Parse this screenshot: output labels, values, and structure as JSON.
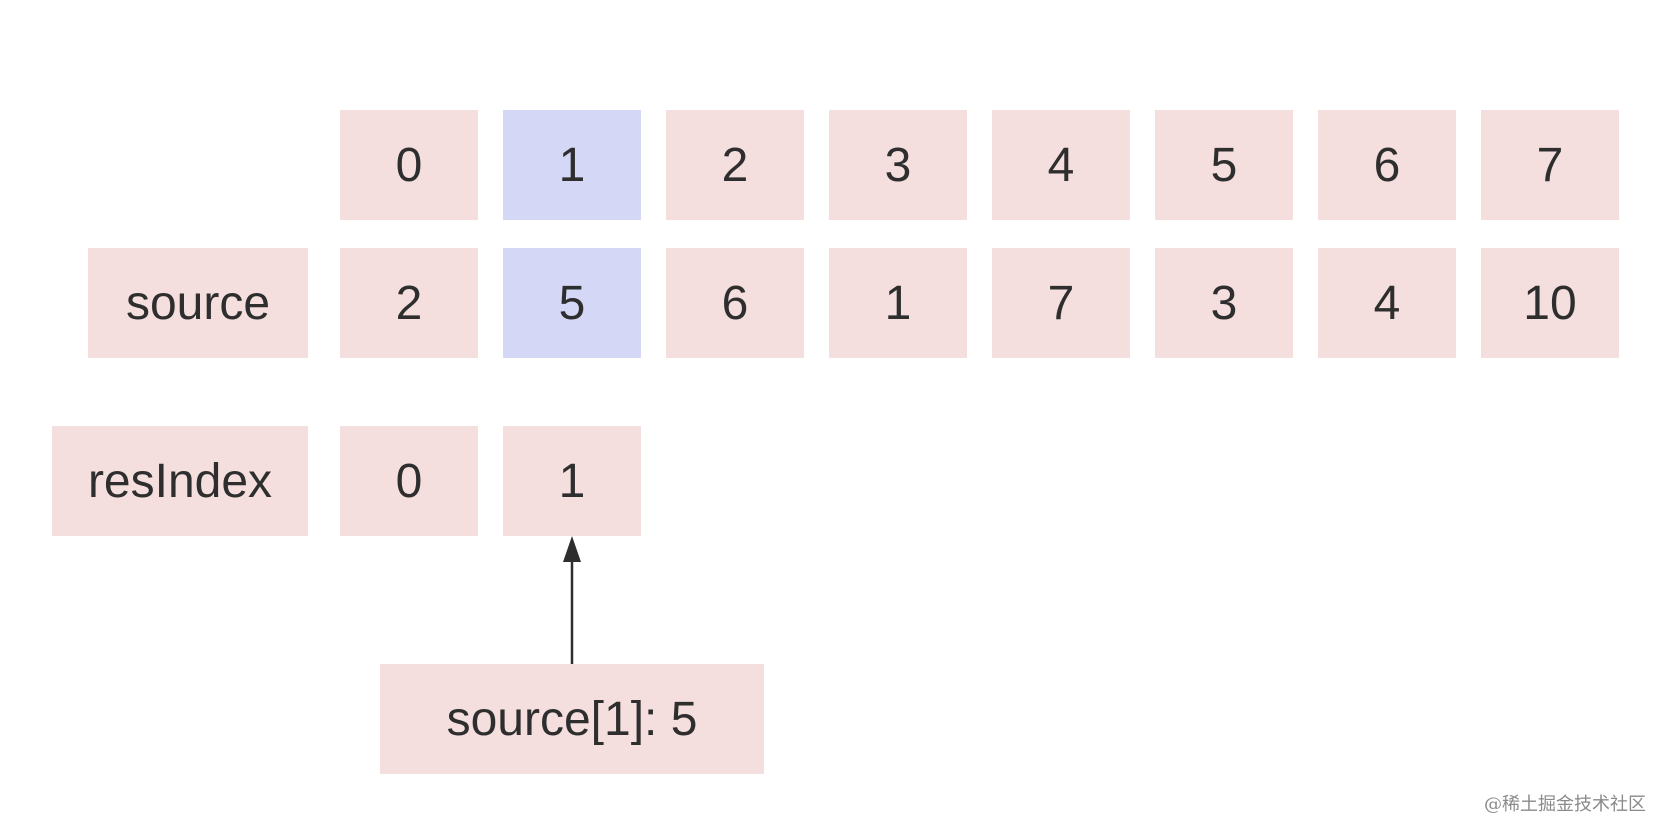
{
  "index_row": {
    "cells": [
      "0",
      "1",
      "2",
      "3",
      "4",
      "5",
      "6",
      "7"
    ],
    "highlighted": 1
  },
  "source_row": {
    "label": "source",
    "cells": [
      "2",
      "5",
      "6",
      "1",
      "7",
      "3",
      "4",
      "10"
    ],
    "highlighted": 1
  },
  "resindex_row": {
    "label": "resIndex",
    "cells": [
      "0",
      "1"
    ]
  },
  "pointer": {
    "label": "source[1]: 5",
    "target_cell": 1
  },
  "colors": {
    "cell_fill": "#f5dede",
    "highlight_fill": "#d4d7f5",
    "text": "#2e2e2e",
    "arrow": "#2e2e2e"
  },
  "watermark": "@稀土掘金技术社区"
}
